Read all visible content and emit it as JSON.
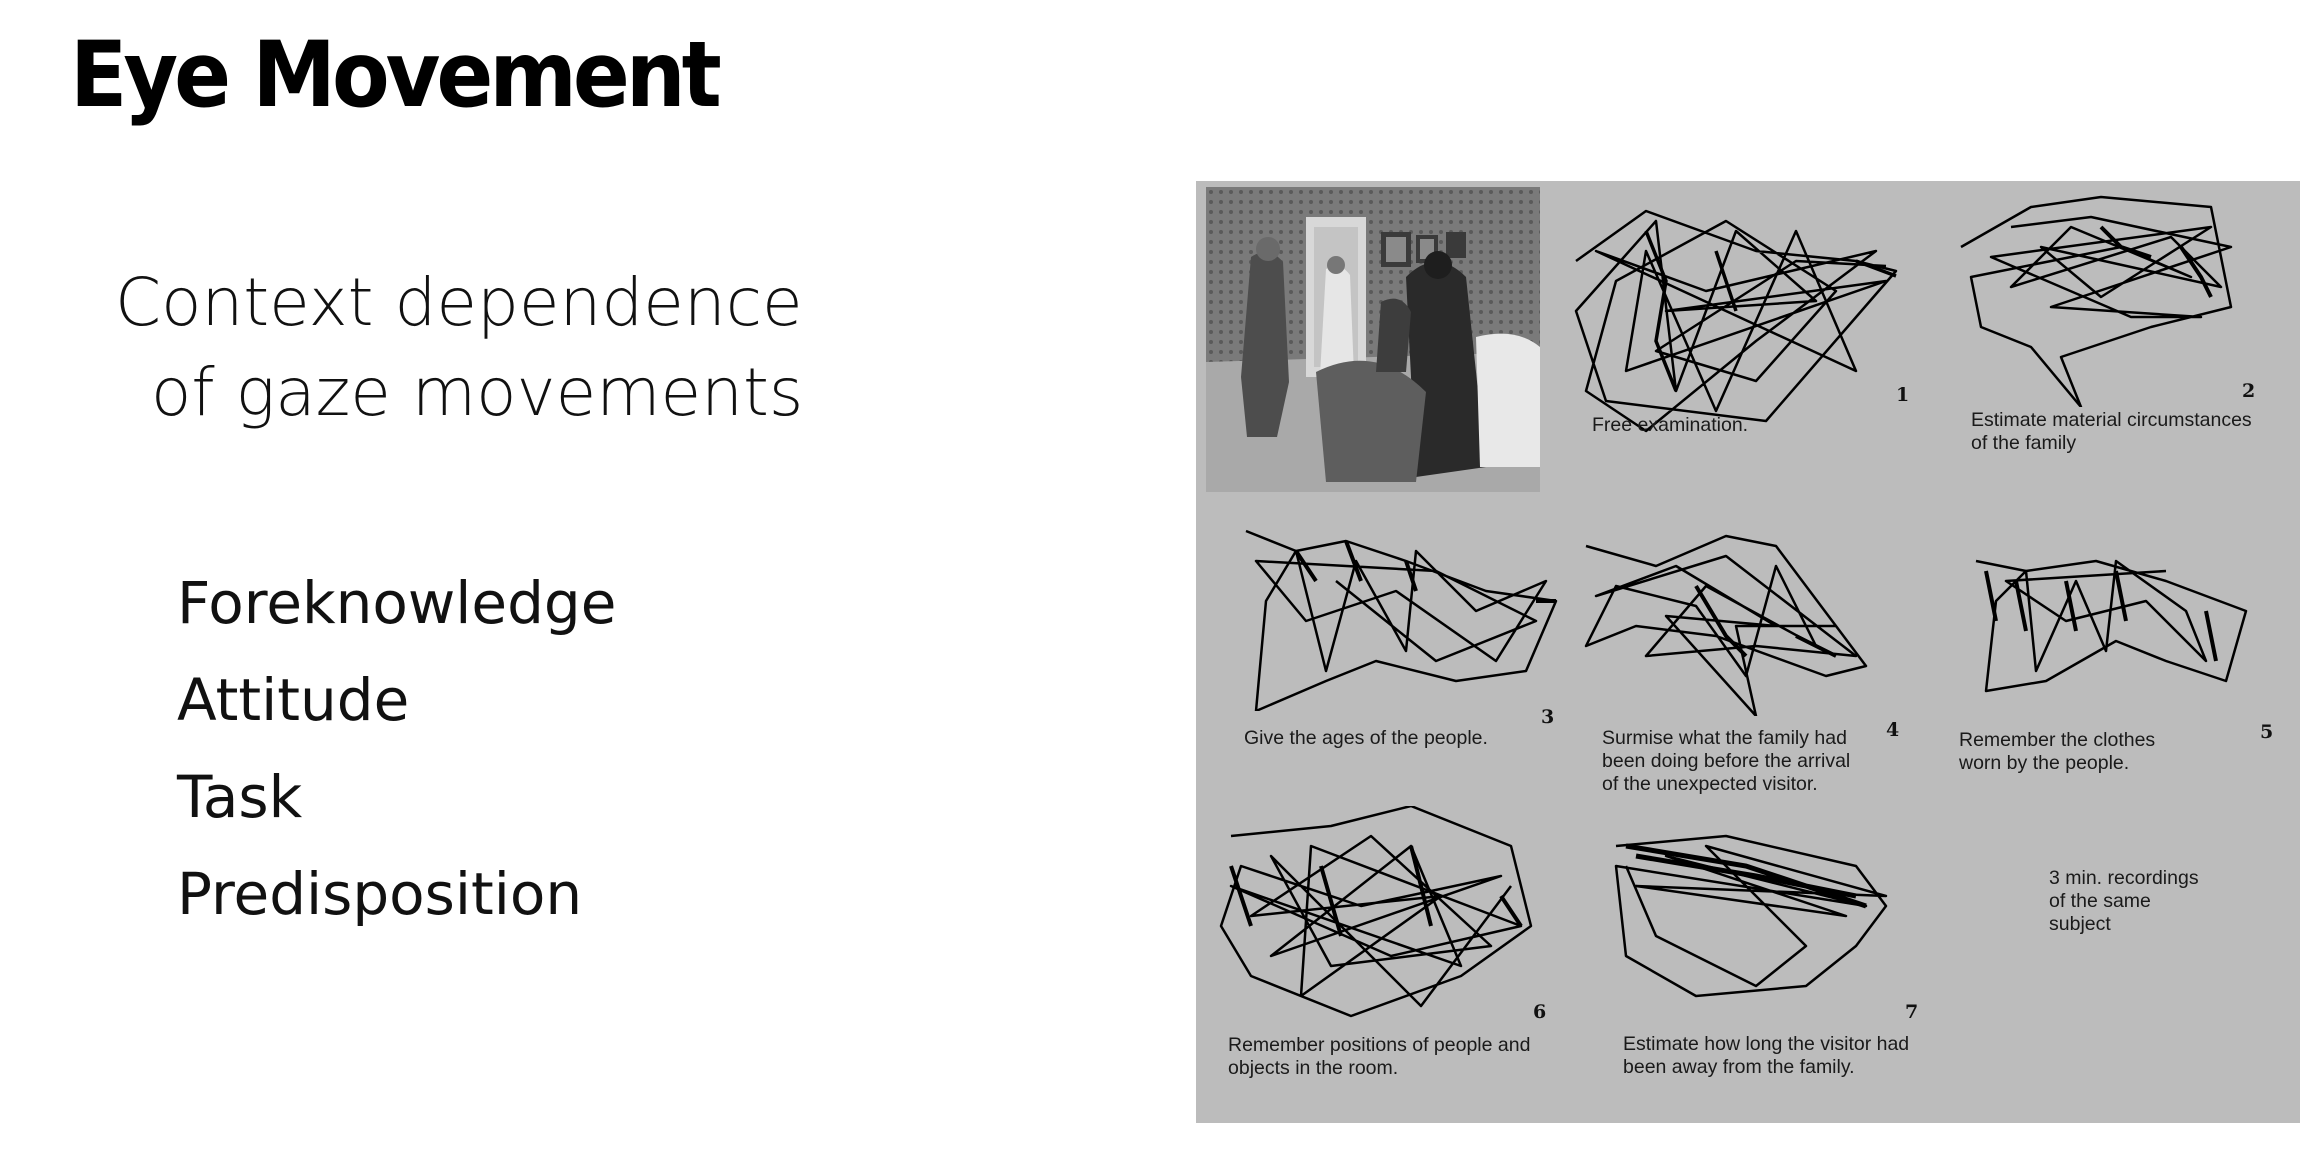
{
  "slide": {
    "title": "Eye Movement",
    "subtitle_line1": "Context dependence",
    "subtitle_line2": "of gaze movements",
    "factors": [
      "Foreknowledge",
      "Attitude",
      "Task",
      "Predisposition"
    ]
  },
  "figure": {
    "panels": [
      {
        "number": "1",
        "caption": [
          "Free examination."
        ]
      },
      {
        "number": "2",
        "caption": [
          "Estimate material circumstances",
          "of the family"
        ]
      },
      {
        "number": "3",
        "caption": [
          "Give the ages of the people."
        ]
      },
      {
        "number": "4",
        "caption": [
          "Surmise what the family had",
          "been doing before the arrival",
          "of the unexpected visitor."
        ]
      },
      {
        "number": "5",
        "caption": [
          "Remember the clothes",
          "worn by the people."
        ]
      },
      {
        "number": "6",
        "caption": [
          "Remember positions of people and",
          "objects in the room."
        ]
      },
      {
        "number": "7",
        "caption": [
          "Estimate how long the visitor had",
          "been away from the family."
        ]
      }
    ],
    "note": [
      "3 min. recordings",
      "of the same",
      "subject"
    ],
    "colors": {
      "background": "#bcbcbc",
      "ink": "#000000"
    }
  }
}
